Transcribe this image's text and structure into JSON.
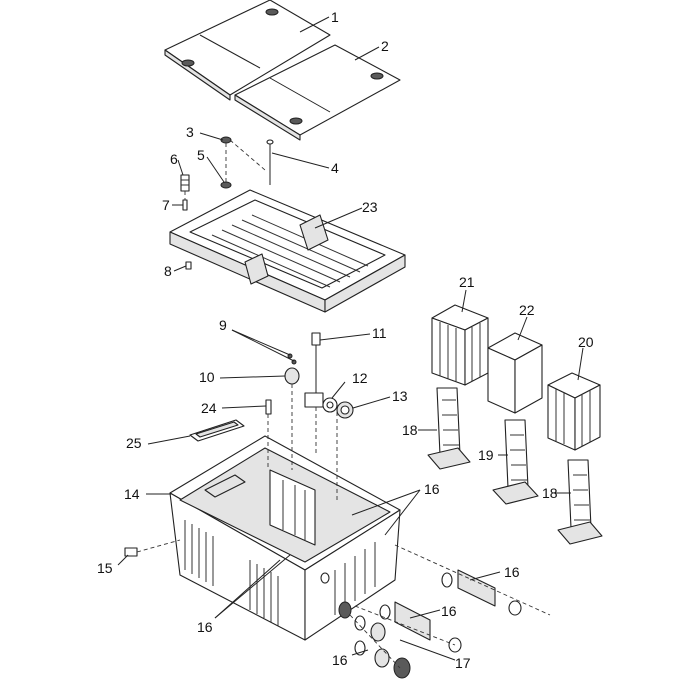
{
  "callouts": {
    "c1": "1",
    "c2": "2",
    "c3": "3",
    "c4": "4",
    "c5": "5",
    "c6": "6",
    "c7": "7",
    "c8": "8",
    "c9": "9",
    "c10": "10",
    "c11": "11",
    "c12": "12",
    "c13": "13",
    "c14": "14",
    "c15": "15",
    "c16a": "16",
    "c16b": "16",
    "c16c": "16",
    "c16d": "16",
    "c16e": "16",
    "c17": "17",
    "c18a": "18",
    "c18b": "18",
    "c19": "19",
    "c20": "20",
    "c21": "21",
    "c22": "22",
    "c23": "23",
    "c24": "24",
    "c25": "25"
  },
  "colors": {
    "line": "#222222",
    "fill": "#ffffff",
    "shade": "#e4e4e4",
    "dark": "#5a5a5a"
  }
}
